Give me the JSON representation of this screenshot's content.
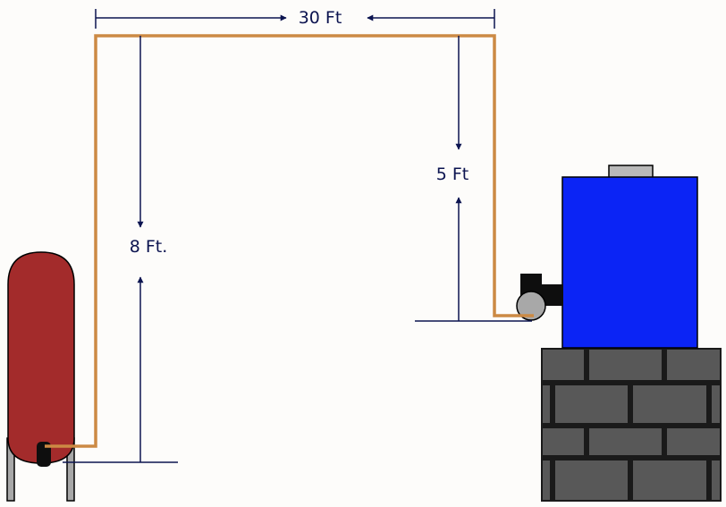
{
  "labels": {
    "horizontal_run": "30 Ft",
    "tank_rise": "8 Ft.",
    "pump_drop": "5 Ft"
  },
  "colors": {
    "background": "#fdfcfa",
    "pipe": "#cc8a44",
    "dimension": "#0c1450",
    "tank": "#a32b2b",
    "legs": "#a8a8a8",
    "reservoir": "#0b24f5",
    "cap": "#b9b9b9",
    "brick": "#585858",
    "brick_edge": "#1a1a1a",
    "pump_body": "#0e0e0e",
    "valve": "#a8a8a8"
  },
  "objects": {
    "left_object": "red-tank",
    "right_object": "blue-reservoir-on-brick-stand",
    "pump": "black-pump-with-gray-valve"
  }
}
